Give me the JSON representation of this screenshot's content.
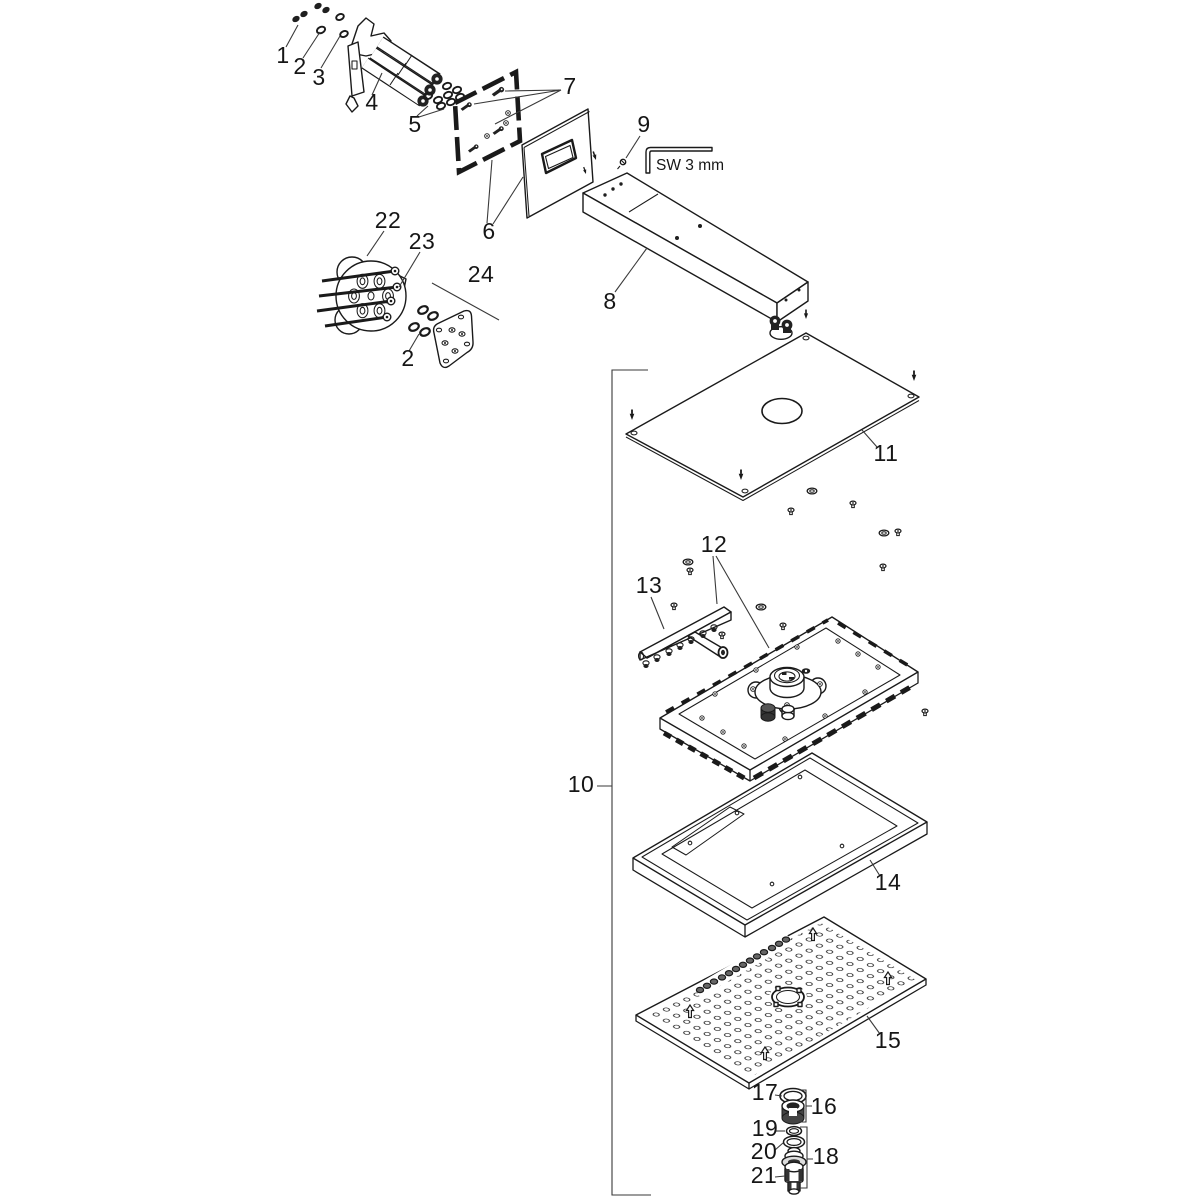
{
  "figure": {
    "kind": "exploded-parts-diagram",
    "background": "#ffffff",
    "line_color": "#1a1a1a"
  },
  "annotations": {
    "allen_key_note": "SW 3 mm"
  },
  "labels": {
    "n1": "1",
    "n2": "2",
    "n3": "3",
    "n4": "4",
    "n5": "5",
    "n6": "6",
    "n7": "7",
    "n8": "8",
    "n9": "9",
    "n10": "10",
    "n11": "11",
    "n12": "12",
    "n13": "13",
    "n14": "14",
    "n15": "15",
    "n16": "16",
    "n17": "17",
    "n18": "18",
    "n19": "19",
    "n20": "20",
    "n21": "21",
    "n22": "22",
    "n23": "23",
    "n24": "24",
    "n2b": "2"
  }
}
